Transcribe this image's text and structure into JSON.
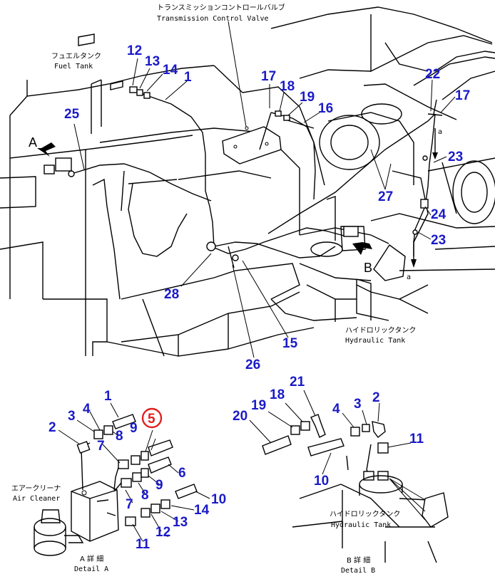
{
  "labels": {
    "tcv_jp": "トランスミッションコントロールバルブ",
    "tcv_en": "Transmission Control Valve",
    "fuel_jp": "フュエルタンク",
    "fuel_en": "Fuel Tank",
    "hyd_jp": "ハイドロリックタンク",
    "hyd_en": "Hydraulic Tank",
    "hyd2_jp": "ハイドロリックタンク",
    "hyd2_en": "Hydraulic Tank",
    "air_jp": "エアークリーナ",
    "air_en": "Air Cleaner",
    "detA_jp": "A 詳 細",
    "detA_en": "Detail A",
    "detB_jp": "B 詳 細",
    "detB_en": "Detail B",
    "view_A": "A",
    "view_B": "B",
    "flow_a1": "a",
    "flow_a2": "a",
    "tick": "-"
  },
  "callouts_main": {
    "c12": "12",
    "c13": "13",
    "c14": "14",
    "c1": "1",
    "c25": "25",
    "c17a": "17",
    "c18": "18",
    "c19": "19",
    "c16": "16",
    "c22": "22",
    "c17b": "17",
    "c23a": "23",
    "c27": "27",
    "c24": "24",
    "c23b": "23",
    "c28": "28",
    "c15": "15",
    "c26": "26"
  },
  "callouts_detail_a": {
    "d1": "1",
    "d3": "3",
    "d4": "4",
    "d5": "5",
    "d2": "2",
    "d8": "8",
    "d9a": "9",
    "d7a": "7",
    "d6": "6",
    "d9b": "9",
    "d8b": "8",
    "d7b": "7",
    "d10": "10",
    "d14": "14",
    "d13": "13",
    "d12": "12",
    "d11": "11"
  },
  "callouts_detail_b": {
    "b21": "21",
    "b18": "18",
    "b2": "2",
    "b20": "20",
    "b19": "19",
    "b4": "4",
    "b3": "3",
    "b11": "11",
    "b10": "10"
  }
}
